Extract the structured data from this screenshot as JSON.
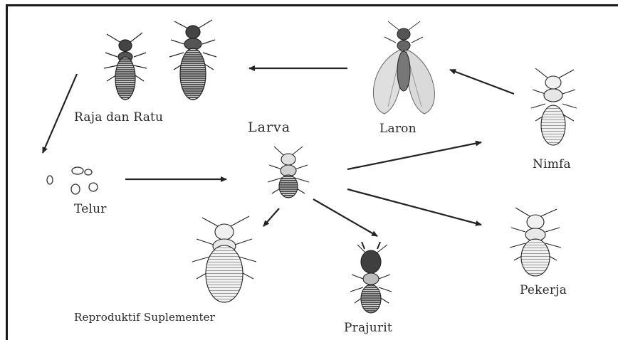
{
  "diagram": {
    "labels": {
      "raja_dan_ratu": "Raja dan Ratu",
      "larva": "Larva",
      "laron": "Laron",
      "nimfa": "Nimfa",
      "telur": "Telur",
      "reproduktif_suplementer": "Reproduktif Suplementer",
      "prajurit": "Prajurit",
      "pekerja": "Pekerja"
    },
    "colors": {
      "ink": "#2a2a2a",
      "insect_dark": "#3a3a3a",
      "insect_light": "#e8e8e8",
      "wing": "#dcdcdc"
    }
  }
}
